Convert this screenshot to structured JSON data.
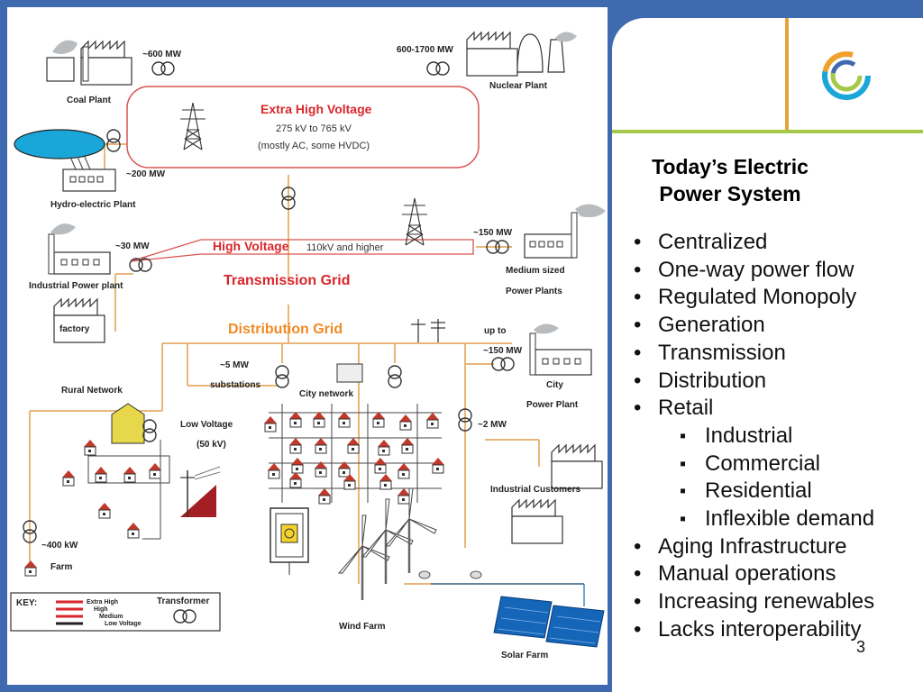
{
  "diagram": {
    "labels": {
      "coal_mw": "~600 MW",
      "coal": "Coal Plant",
      "nuclear_mw": "600-1700 MW",
      "nuclear": "Nuclear Plant",
      "ehv_title": "Extra High Voltage",
      "ehv_range": "275 kV to 765 kV",
      "ehv_note": "(mostly AC, some HVDC)",
      "hydro_mw": "~200 MW",
      "hydro": "Hydro-electric Plant",
      "hv_title": "High Voltage",
      "hv_range": "110kV and higher",
      "medium_mw": "~150 MW",
      "medium_1": "Medium sized",
      "medium_2": "Power Plants",
      "industrial_mw": "~30 MW",
      "industrial": "Industrial Power plant",
      "factory": "factory",
      "transmission": "Transmission Grid",
      "distribution": "Distribution Grid",
      "city_mw_1": "up to",
      "city_mw_2": "~150 MW",
      "city_plant_1": "City",
      "city_plant_2": "Power Plant",
      "sub_mw": "~5 MW",
      "substations": "substations",
      "city_network": "City network",
      "rural": "Rural Network",
      "low_voltage": "Low Voltage",
      "low_voltage_kv": "(50 kV)",
      "ind_mw": "~2 MW",
      "ind_customers": "Industrial Customers",
      "farm_kw": "~400 kW",
      "farm": "Farm",
      "wind": "Wind Farm",
      "solar": "Solar Farm",
      "key": "KEY:",
      "key_extra": "Extra High",
      "key_high": "High",
      "key_medium": "Medium",
      "key_low": "Low Voltage",
      "key_transformer": "Transformer"
    },
    "colors": {
      "grid_line": "#e9b678",
      "ehv_line": "#d9534f",
      "title_red": "#d9262b",
      "dist_orange": "#f08a24",
      "water": "#1aa6d8",
      "panel": "#1566b8"
    }
  },
  "slide": {
    "title_1": "Today’s Electric",
    "title_2": "Power System",
    "bullets": [
      {
        "level": 1,
        "text": "Centralized"
      },
      {
        "level": 1,
        "text": "One-way power flow"
      },
      {
        "level": 1,
        "text": "Regulated Monopoly"
      },
      {
        "level": 1,
        "text": "Generation"
      },
      {
        "level": 1,
        "text": "Transmission"
      },
      {
        "level": 1,
        "text": "Distribution"
      },
      {
        "level": 1,
        "text": "Retail"
      },
      {
        "level": 2,
        "text": "Industrial"
      },
      {
        "level": 2,
        "text": "Commercial"
      },
      {
        "level": 2,
        "text": "Residential"
      },
      {
        "level": 2,
        "text": "Inflexible demand"
      },
      {
        "level": 1,
        "text": "Aging Infrastructure"
      },
      {
        "level": 1,
        "text": "Manual operations"
      },
      {
        "level": 1,
        "text": "Increasing renewables"
      },
      {
        "level": 1,
        "text": "Lacks interoperability"
      }
    ],
    "page_number": "3",
    "logo_icon": "swirl-logo-icon"
  }
}
